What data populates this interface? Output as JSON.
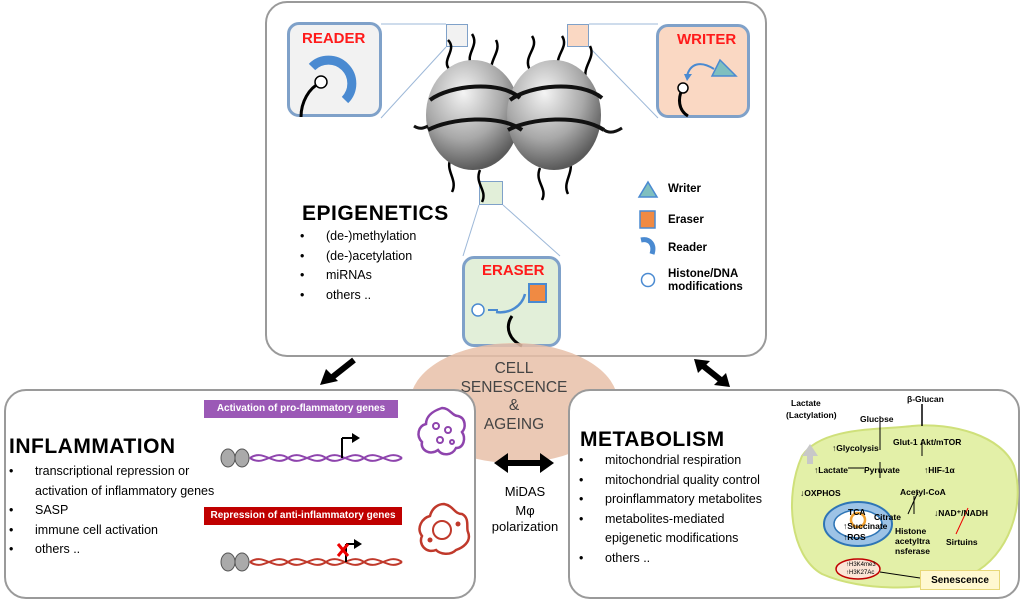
{
  "colors": {
    "inset_border": "#7fa1c9",
    "reader_bg": "#f2f2f2",
    "writer_bg": "#fad8c3",
    "eraser_bg": "#e2efd9",
    "reader_blue": "#4a8ad1",
    "writer_teal": "#7fbfbf",
    "eraser_orange": "#f08a43",
    "title_red": "#ff1a1a",
    "purple_banner": "#9b59b6",
    "red_banner": "#c00000",
    "senescence_oval": "#e8c0a8",
    "metab_cell": "#e3f0a8"
  },
  "epigenetics": {
    "title": "EPIGENETICS",
    "items": [
      "(de-)methylation",
      "(de-)acetylation",
      "miRNAs",
      "others .."
    ],
    "reader_title": "READER",
    "writer_title": "WRITER",
    "eraser_title": "ERASER",
    "legend": [
      {
        "icon": "writer-triangle-icon",
        "label": "Writer"
      },
      {
        "icon": "eraser-square-icon",
        "label": "Eraser"
      },
      {
        "icon": "reader-arc-icon",
        "label": "Reader"
      },
      {
        "icon": "modification-circle-icon",
        "label": "Histone/DNA modifications"
      }
    ]
  },
  "center": {
    "line1": "CELL",
    "line2": "SENESCENCE",
    "line3": "&",
    "line4": "AGEING",
    "midas": "MiDAS",
    "mphi": "Mφ",
    "polarization": "polarization"
  },
  "inflammation": {
    "title": "INFLAMMATION",
    "items": [
      "transcriptional repression or activation of inflammatory genes",
      "SASP",
      "immune cell activation",
      "others .."
    ],
    "banner_activation": "Activation of pro-flammatory genes",
    "banner_repression": "Repression of anti-inflammatory genes"
  },
  "metabolism": {
    "title": "METABOLISM",
    "items": [
      "mitochondrial respiration",
      "mitochondrial quality control",
      "proinflammatory metabolites",
      "metabolites-mediated epigenetic modifications",
      "others .."
    ],
    "diagram": {
      "lactate_lactylation_1": "Lactate",
      "lactate_lactylation_2": "(Lactylation)",
      "beta_glucan": "β-Glucan",
      "glucose": "Glucose",
      "glut1": "Glut-1",
      "akt": "Akt/mTOR",
      "glycolysis": "↑Glycolysis",
      "lactate": "↑Lactate",
      "pyruvate": "Pyruvate",
      "hif": "↑HIF-1α",
      "oxphos": "↓OXPHOS",
      "acetyl": "Acetyl-CoA",
      "tca": "TCA",
      "citrate": "Citrate",
      "succinate": "↑Succinate",
      "ros": "↑ROS",
      "nad": "↓NAD⁺/NADH",
      "hat_1": "Histone",
      "hat_2": "acetyltra",
      "hat_3": "nsferase",
      "sirtuins": "Sirtuins",
      "mark_1": "↑H3K4me3",
      "mark_2": "↑H3K27Ac",
      "senescence": "Senescence"
    }
  }
}
